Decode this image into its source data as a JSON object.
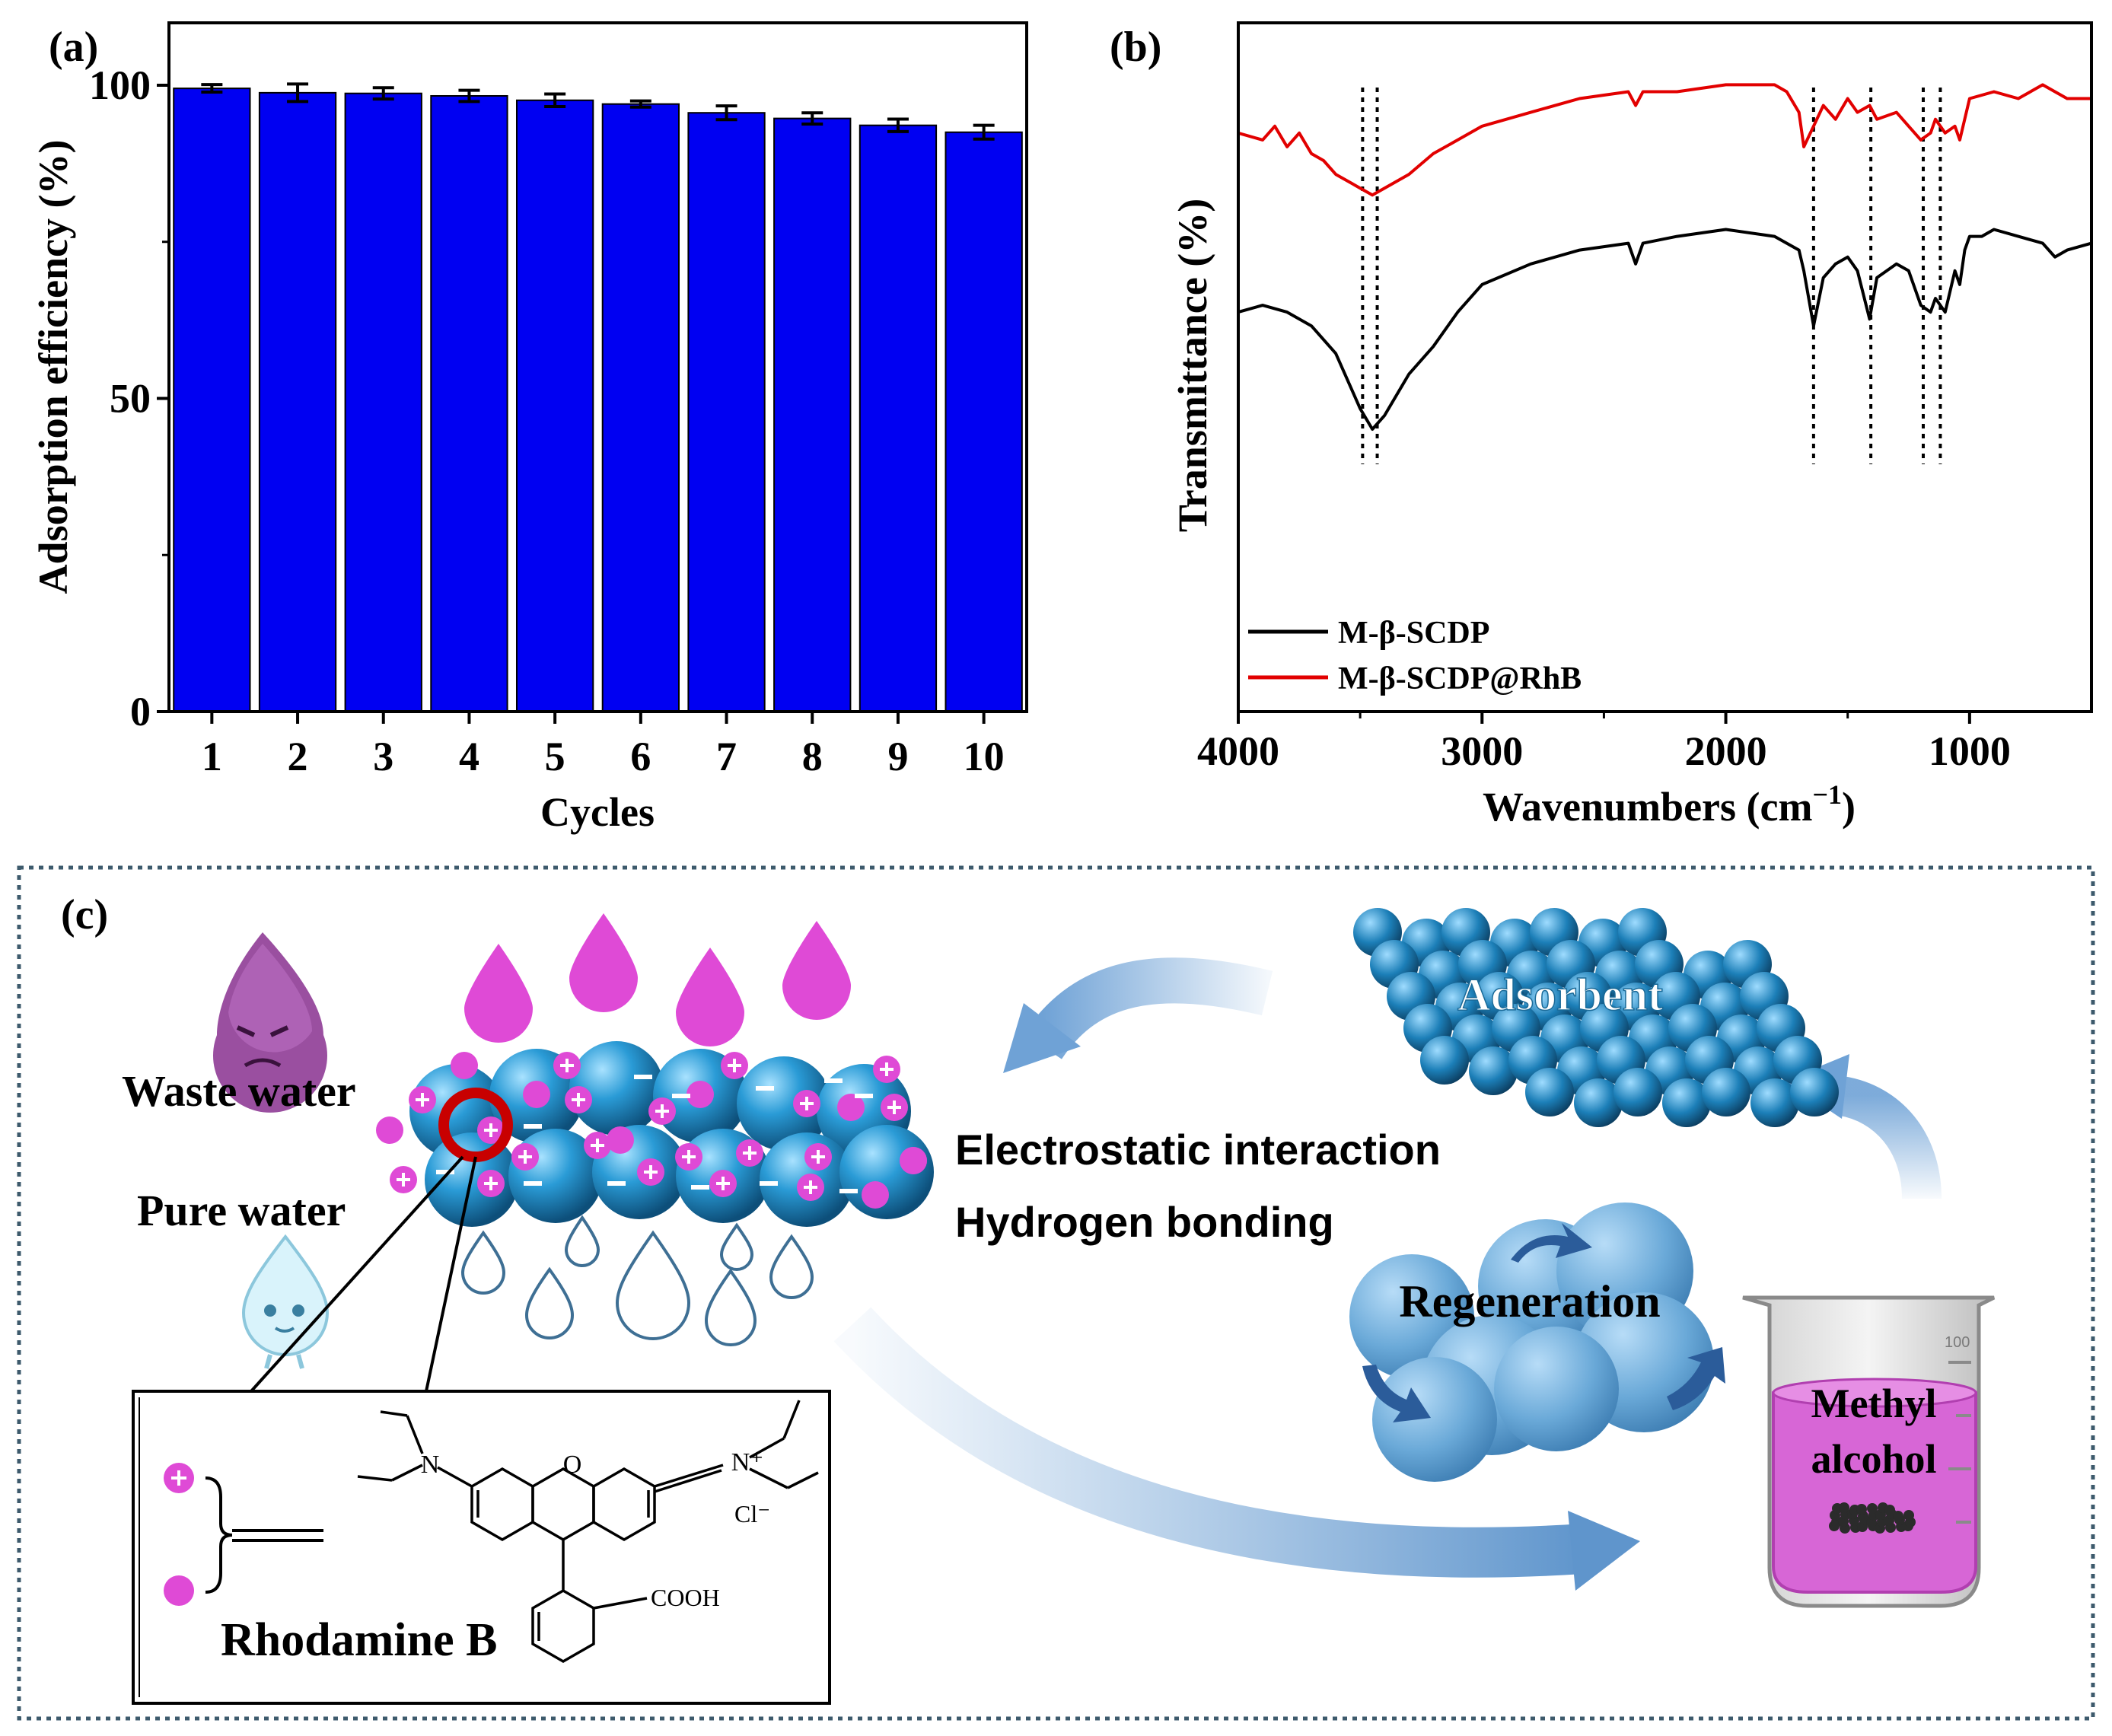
{
  "chart_data": [
    {
      "type": "bar",
      "panel_label": "(a)",
      "categories": [
        "1",
        "2",
        "3",
        "4",
        "5",
        "6",
        "7",
        "8",
        "9",
        "10"
      ],
      "values": [
        99.5,
        98.8,
        98.7,
        98.3,
        97.6,
        97.0,
        95.6,
        94.7,
        93.6,
        92.5
      ],
      "errors": [
        0.6,
        1.4,
        0.9,
        0.9,
        1.0,
        0.5,
        1.1,
        0.9,
        1.0,
        1.1
      ],
      "xlabel": "Cycles",
      "ylabel": "Adsorption efficiency (%)",
      "ylim": [
        0,
        100
      ],
      "yticks": [
        "0",
        "50",
        "100"
      ],
      "bar_color": "#0000f2",
      "grid": false
    },
    {
      "type": "line",
      "panel_label": "(b)",
      "xlabel": "Wavenumbers (cm",
      "xlabel_sup": "−1",
      "xlabel_close": ")",
      "ylabel": "Transmittance (%)",
      "xlim": [
        4000,
        500
      ],
      "ylim": [
        0,
        100
      ],
      "xticks": [
        "4000",
        "3000",
        "2000",
        "1000"
      ],
      "y_ticks_shown": false,
      "grid": false,
      "legend_position": "bottom-left",
      "series": [
        {
          "name": "M-β-SCDP",
          "color": "#000000",
          "x": [
            4000,
            3900,
            3800,
            3700,
            3600,
            3500,
            3450,
            3400,
            3300,
            3200,
            3100,
            3000,
            2800,
            2600,
            2400,
            2370,
            2340,
            2200,
            2000,
            1800,
            1700,
            1680,
            1640,
            1600,
            1550,
            1500,
            1460,
            1410,
            1380,
            1300,
            1250,
            1200,
            1160,
            1140,
            1100,
            1060,
            1040,
            1020,
            1000,
            950,
            900,
            800,
            700,
            650,
            600,
            500
          ],
          "y": [
            58,
            59,
            58,
            56,
            52,
            44,
            41,
            43,
            49,
            53,
            58,
            62,
            65,
            67,
            68,
            65,
            68,
            69,
            70,
            69,
            67,
            64,
            56,
            63,
            65,
            66,
            64,
            57,
            63,
            65,
            64,
            59,
            58,
            60,
            58,
            64,
            62,
            67,
            69,
            69,
            70,
            69,
            68,
            66,
            67,
            68
          ]
        },
        {
          "name": "M-β-SCDP@RhB",
          "color": "#e20000",
          "x": [
            4000,
            3900,
            3850,
            3800,
            3750,
            3700,
            3650,
            3600,
            3550,
            3500,
            3450,
            3400,
            3300,
            3200,
            3100,
            3000,
            2800,
            2600,
            2400,
            2370,
            2340,
            2200,
            2000,
            1800,
            1750,
            1700,
            1680,
            1640,
            1600,
            1550,
            1500,
            1460,
            1410,
            1380,
            1300,
            1250,
            1200,
            1160,
            1140,
            1100,
            1060,
            1040,
            1000,
            900,
            800,
            700,
            600,
            500
          ],
          "y": [
            84,
            83,
            85,
            82,
            84,
            81,
            80,
            78,
            77,
            76,
            75,
            76,
            78,
            81,
            83,
            85,
            87,
            89,
            90,
            88,
            90,
            90,
            91,
            91,
            90,
            87,
            82,
            85,
            88,
            86,
            89,
            87,
            88,
            86,
            87,
            85,
            83,
            84,
            86,
            84,
            85,
            83,
            89,
            90,
            89,
            91,
            89,
            89
          ]
        }
      ],
      "dotted_markers_cm": [
        3490,
        3430,
        1640,
        1405,
        1190,
        1120
      ]
    }
  ],
  "schematic": {
    "panel_label": "(c)",
    "labels": {
      "waste_water": "Waste water",
      "pure_water": "Pure water",
      "electrostatic": "Electrostatic interaction",
      "hydrogen": "Hydrogen bonding",
      "adsorbent": "Adsorbent",
      "regeneration": "Regeneration",
      "methyl": "Methyl",
      "alcohol": "alcohol",
      "rhodamine": "Rhodamine B",
      "chloride": "Cl⁻",
      "cooh": "COOH",
      "oxygen": "O",
      "nitrogen": "N",
      "nitrogen_plus": "N⁺",
      "beaker_mark": "100"
    },
    "colors": {
      "dye_magenta": "#df4ad6",
      "sphere_blue": "#1f8fc8",
      "regen_blue": "#6aa9d8",
      "arrow_blue": "#6fa2d6",
      "highlight_red": "#c80000",
      "beaker_liquid": "#d766d6"
    }
  }
}
